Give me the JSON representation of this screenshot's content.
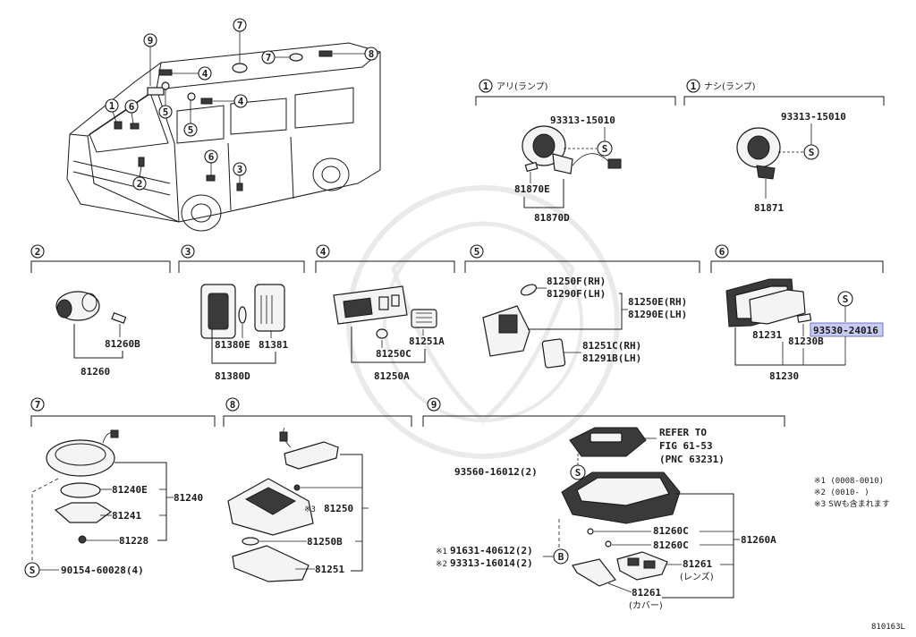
{
  "diagram": {
    "ref_code": "810163L",
    "callouts": [
      "9",
      "7",
      "7",
      "8",
      "4",
      "4",
      "5",
      "5",
      "1",
      "6",
      "6",
      "2",
      "3"
    ],
    "notes": [
      "※1 (0008-0010)",
      "※2 (0010-    )",
      "※3 SWも含まれます"
    ],
    "sections": {
      "s1a": {
        "num": "1",
        "title": "アリ(ランプ)",
        "parts": {
          "screw": "93313-15010",
          "bulb": "81870E",
          "assy": "81870D"
        }
      },
      "s1b": {
        "num": "1",
        "title": "ナシ(ランプ)",
        "parts": {
          "screw": "93313-15010",
          "assy": "81871"
        }
      },
      "s2": {
        "num": "2",
        "parts": {
          "bulb": "81260B",
          "assy": "81260"
        }
      },
      "s3": {
        "num": "3",
        "parts": {
          "a": "81380E",
          "b": "81381",
          "assy": "81380D"
        }
      },
      "s4": {
        "num": "4",
        "parts": {
          "a": "81251A",
          "b": "81250C",
          "assy": "81250A"
        }
      },
      "s5": {
        "num": "5",
        "parts": {
          "lens_rh": "81250F(RH)",
          "lens_lh": "81290F(LH)",
          "assy_rh": "81250E(RH)",
          "assy_lh": "81290E(LH)",
          "cover_rh": "81251C(RH)",
          "cover_lh": "81291B(LH)"
        }
      },
      "s6": {
        "num": "6",
        "parts": {
          "screw": "93530-24016",
          "a": "81231",
          "b": "81230B",
          "assy": "81230"
        }
      },
      "s7": {
        "num": "7",
        "parts": {
          "a": "81240E",
          "b": "81241",
          "c": "81228",
          "assy": "81240",
          "screw": "90154-60028(4)"
        }
      },
      "s8": {
        "num": "8",
        "parts": {
          "note_ref": "※3",
          "assy": "81250",
          "b": "81250B",
          "c": "81251"
        }
      },
      "s9": {
        "num": "9",
        "parts": {
          "refer": "REFER TO",
          "fig": "FIG 61-53",
          "pnc": "(PNC 63231)",
          "screw": "93560-16012(2)",
          "n1": "※1",
          "p1": "91631-40612(2)",
          "n2": "※2",
          "p2": "93313-16014(2)",
          "c1": "81260C",
          "c2": "81260C",
          "assy": "81260A",
          "lens": "81261",
          "lens_jp": "(レンズ)",
          "cover": "81261",
          "cover_jp": "(カバー)"
        }
      }
    },
    "symbols": {
      "s": "S",
      "b": "B"
    }
  }
}
